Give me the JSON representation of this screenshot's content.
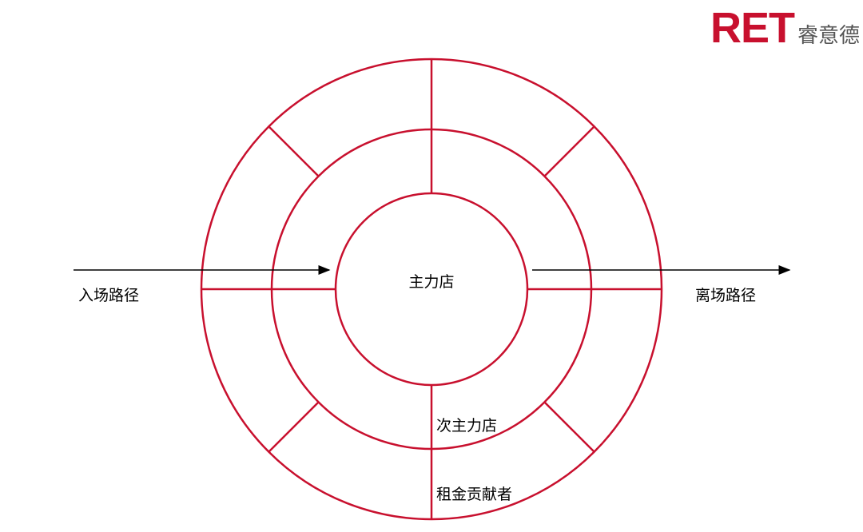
{
  "logo": {
    "mark": "RET",
    "chinese": "睿意德"
  },
  "labels": {
    "center": "主力店",
    "middle_ring": "次主力店",
    "outer_ring": "租金贡献者",
    "entry": "入场路径",
    "exit": "离场路径"
  },
  "colors": {
    "ring": "#c8102e",
    "arrow": "#000000",
    "text": "#000000"
  }
}
